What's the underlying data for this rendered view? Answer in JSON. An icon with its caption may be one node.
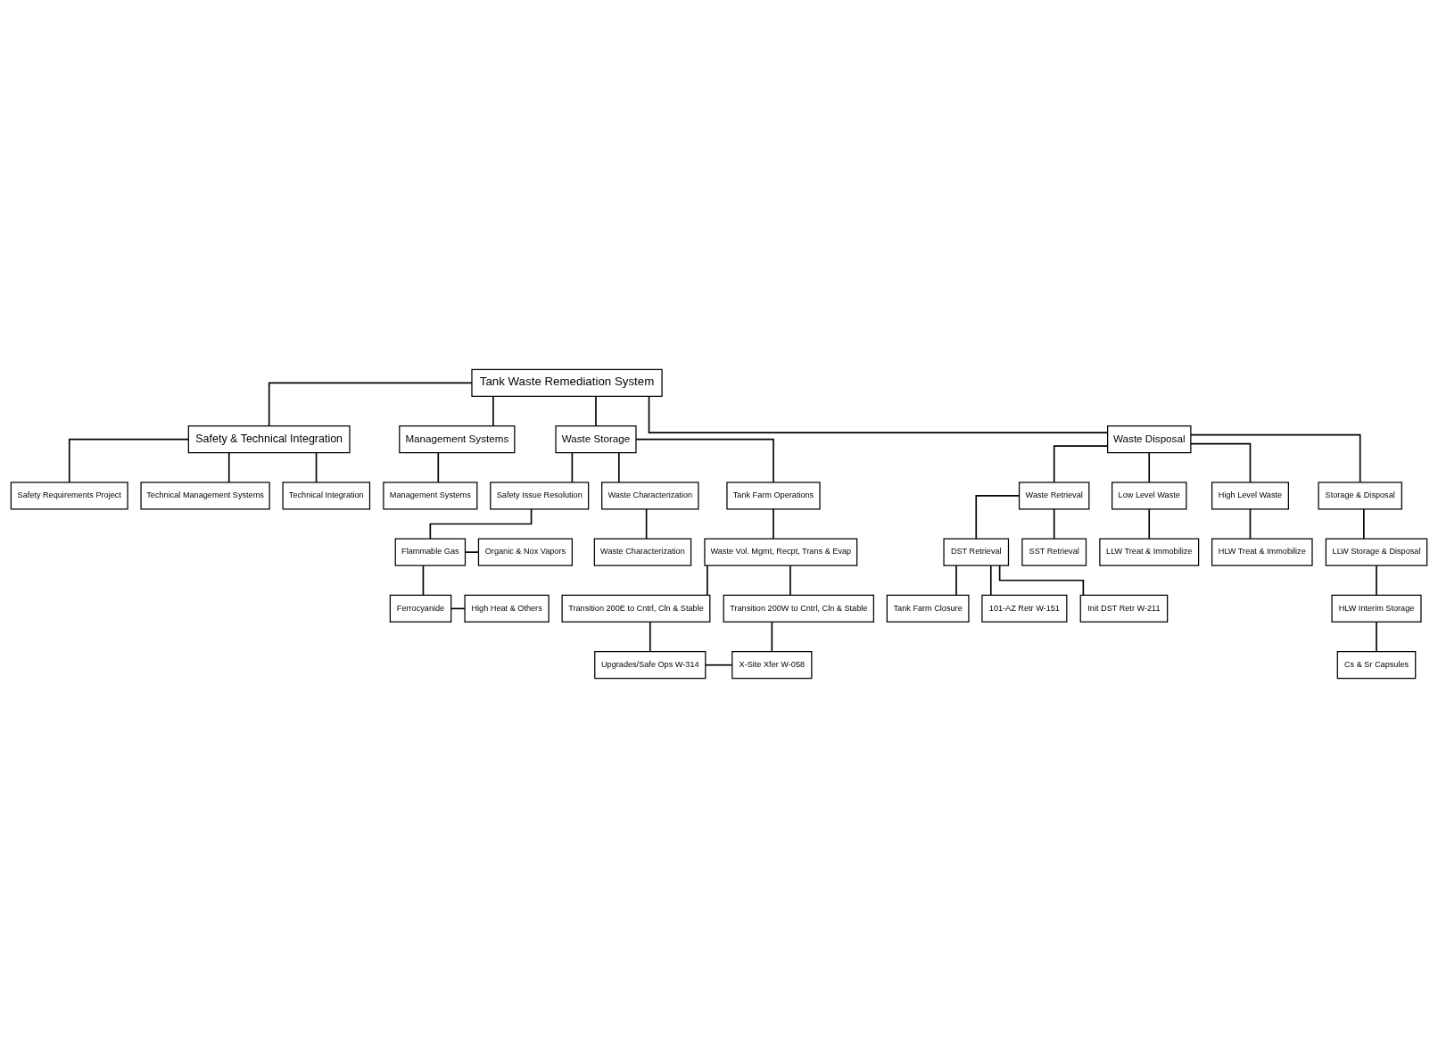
{
  "diagram": {
    "nodes": [
      {
        "text": [
          "Tank Waste Remediation System"
        ]
      },
      {
        "text": [
          "Safety & Technical Integration"
        ]
      },
      {
        "text": [
          "Safety Requirements Project"
        ]
      },
      {
        "text": [
          "Technical Management Systems"
        ]
      },
      {
        "text": [
          "Technical Integration"
        ]
      },
      {
        "text": [
          "Management Systems"
        ]
      },
      {
        "text": [
          "Waste Storage"
        ]
      },
      {
        "text": [
          "Waste Disposal"
        ]
      },
      {
        "text": [
          "Management Systems"
        ]
      },
      {
        "text": [
          "Safety Issue Resolution"
        ]
      },
      {
        "text": [
          "Waste Characterization"
        ]
      },
      {
        "text": [
          "Tank Farm Operations"
        ]
      },
      {
        "text": [
          "Waste Retrieval"
        ]
      },
      {
        "text": [
          "Low Level Waste"
        ]
      },
      {
        "text": [
          "High Level Waste"
        ]
      },
      {
        "text": [
          "Storage & Disposal"
        ]
      },
      {
        "text": [
          "Organic & Nox Vapors"
        ]
      },
      {
        "text": [
          "Flammable Gas"
        ]
      },
      {
        "text": [
          "Waste Characterization"
        ]
      },
      {
        "text": [
          "Waste Vol. Mgmt, Recpt, Trans & Evap"
        ]
      },
      {
        "text": [
          "LLW Treat & Immobilize"
        ]
      },
      {
        "text": [
          "HLW Treat & Immobilize"
        ]
      },
      {
        "text": [
          "LLW Storage & Disposal"
        ]
      },
      {
        "text": [
          "High Heat & Others"
        ]
      },
      {
        "text": [
          "Ferrocyanide"
        ]
      },
      {
        "text": [
          "Transition 200E to Cntrl, Cln & Stable"
        ]
      },
      {
        "text": [
          "Transition 200W to Cntrl, Cln & Stable"
        ]
      },
      {
        "text": [
          "DST Retrieval"
        ]
      },
      {
        "text": [
          "SST Retrieval"
        ]
      },
      {
        "text": [
          "HLW Interim Storage"
        ]
      },
      {
        "text": [
          "Upgrades/Safe Ops W-314"
        ]
      },
      {
        "text": [
          "X-Site Xfer W-058"
        ]
      },
      {
        "text": [
          "Tank Farm Closure"
        ]
      },
      {
        "text": [
          "101-AZ Retr W-151"
        ]
      },
      {
        "text": [
          "Init DST Retr W-211"
        ]
      },
      {
        "text": [
          "Cs & Sr Capsules"
        ]
      }
    ],
    "edges": [
      {
        "from": 0,
        "to": 1,
        "arrow": "none"
      },
      {
        "from": 1,
        "to": 2,
        "arrow": "none"
      },
      {
        "from": 1,
        "to": 3,
        "arrow": "none"
      },
      {
        "from": 1,
        "to": 4,
        "arrow": "none"
      },
      {
        "from": 0,
        "to": 5,
        "arrow": "none"
      },
      {
        "from": 0,
        "to": 6,
        "arrow": "none"
      },
      {
        "from": 0,
        "to": 7,
        "arrow": "none"
      },
      {
        "from": 5,
        "to": 8,
        "arrow": "none"
      },
      {
        "from": 6,
        "to": 9,
        "arrow": "none"
      },
      {
        "from": 6,
        "to": 10,
        "arrow": "none"
      },
      {
        "from": 6,
        "to": 11,
        "arrow": "none"
      },
      {
        "from": 7,
        "to": 12,
        "arrow": "none"
      },
      {
        "from": 7,
        "to": 13,
        "arrow": "none"
      },
      {
        "from": 7,
        "to": 14,
        "arrow": "none"
      },
      {
        "from": 7,
        "to": 15,
        "arrow": "none"
      },
      {
        "from": 9,
        "to": 17,
        "arrow": "none"
      },
      {
        "from": 17,
        "to": 16,
        "arrow": "none"
      },
      {
        "from": 10,
        "to": 18,
        "arrow": "none"
      },
      {
        "from": 11,
        "to": 19,
        "arrow": "none"
      },
      {
        "from": 13,
        "to": 20,
        "arrow": "none"
      },
      {
        "from": 14,
        "to": 21,
        "arrow": "none"
      },
      {
        "from": 15,
        "to": 22,
        "arrow": "none"
      },
      {
        "from": 17,
        "to": 24,
        "arrow": "none"
      },
      {
        "from": 24,
        "to": 23,
        "arrow": "none"
      },
      {
        "from": 19,
        "to": 25,
        "arrow": "none"
      },
      {
        "from": 19,
        "to": 26,
        "arrow": "none"
      },
      {
        "from": 12,
        "to": 27,
        "arrow": "none"
      },
      {
        "from": 12,
        "to": 28,
        "arrow": "none"
      },
      {
        "from": 22,
        "to": 29,
        "arrow": "none"
      },
      {
        "from": 25,
        "to": 30,
        "arrow": "none"
      },
      {
        "from": 26,
        "to": 31,
        "arrow": "none"
      },
      {
        "from": 30,
        "to": 31,
        "arrow": "none"
      },
      {
        "from": 27,
        "to": 32,
        "arrow": "none"
      },
      {
        "from": 27,
        "to": 33,
        "arrow": "none"
      },
      {
        "from": 27,
        "to": 34,
        "arrow": "none"
      },
      {
        "from": 29,
        "to": 35,
        "arrow": "none"
      }
    ]
  }
}
